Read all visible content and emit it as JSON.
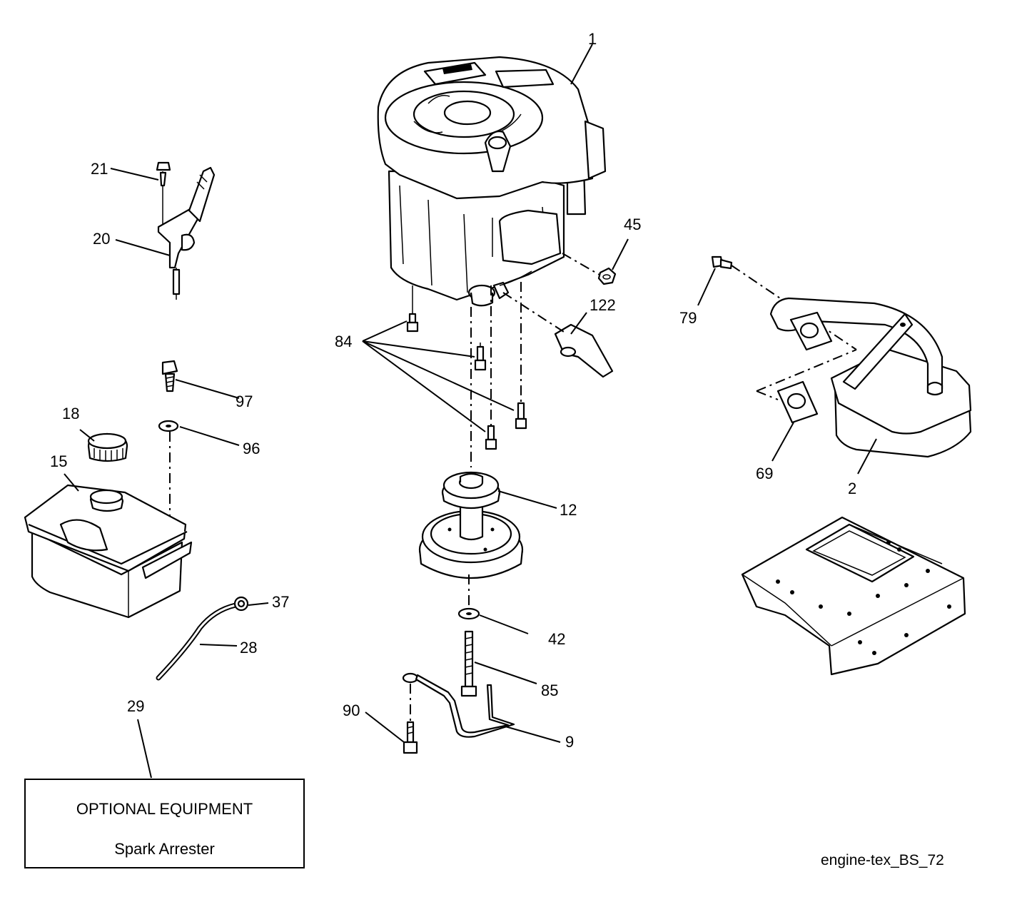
{
  "callouts": {
    "c1": "1",
    "c2": "2",
    "c9": "9",
    "c12": "12",
    "c15": "15",
    "c18": "18",
    "c20": "20",
    "c21": "21",
    "c28": "28",
    "c29": "29",
    "c37": "37",
    "c42": "42",
    "c45": "45",
    "c69": "69",
    "c79": "79",
    "c84": "84",
    "c85": "85",
    "c90": "90",
    "c96": "96",
    "c97": "97",
    "c122": "122"
  },
  "note": {
    "line1": "OPTIONAL EQUIPMENT",
    "line2": "Spark Arrester"
  },
  "diagram_ref": "engine-tex_BS_72"
}
